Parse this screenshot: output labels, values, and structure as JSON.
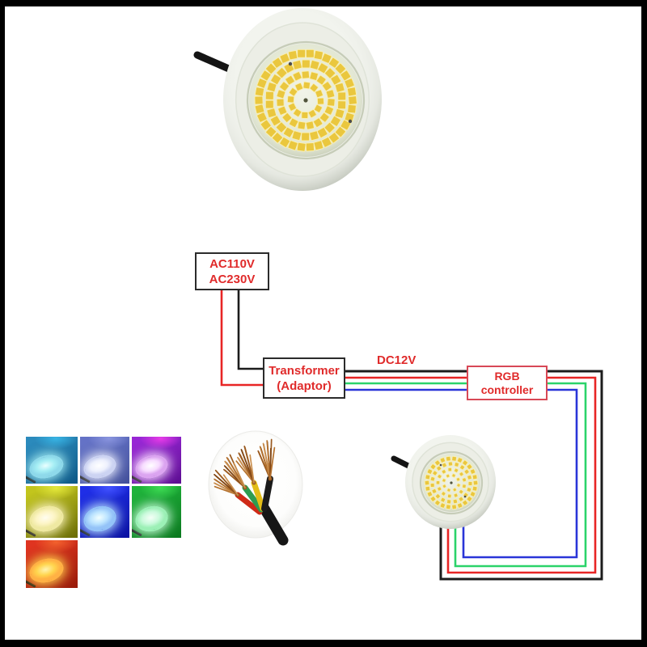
{
  "image": {
    "description": "LED pool light product wiring diagram",
    "background": "#ffffff",
    "frame_color": "#000000"
  },
  "diagram": {
    "text_color": "#e02b2b",
    "box_border_color": "#2b2b2b",
    "rgb_box_border_color": "#d84856",
    "ac_box": {
      "line1": "AC110V",
      "line2": "AC230V"
    },
    "transformer_box": {
      "line1": "Transformer",
      "line2": "(Adaptor)"
    },
    "dc_label": "DC12V",
    "rgb_box": {
      "line1": "RGB",
      "line2": "controller"
    },
    "wires": {
      "black": "#1c1c1c",
      "red": "#e82525",
      "green": "#2bd36a",
      "blue": "#2a35d8"
    }
  },
  "lights": {
    "chip_color": "#eac73e",
    "chip_edge": "#f8efb4",
    "body_color": "#f2f4ee",
    "mid_color": "#eceee6",
    "board_color": "#e3e8d4",
    "ring_edge_color": "#c6ccb8",
    "center_dot_color": "#51543c",
    "screw_color": "#4c4c4c",
    "cable_color": "#141414",
    "large": {
      "rings": [
        {
          "r": 58,
          "count": 34,
          "size": 10
        },
        {
          "r": 45,
          "count": 26,
          "size": 10
        },
        {
          "r": 31.5,
          "count": 19,
          "size": 9
        },
        {
          "r": 18.5,
          "count": 12,
          "size": 8
        }
      ]
    },
    "small": {
      "rings": [
        {
          "r": 30,
          "count": 26,
          "size": 5.5
        },
        {
          "r": 23.5,
          "count": 19,
          "size": 5
        },
        {
          "r": 16.5,
          "count": 13,
          "size": 4.5
        },
        {
          "r": 9.5,
          "count": 8,
          "size": 4
        }
      ]
    }
  },
  "color_tiles": [
    {
      "name": "ice-blue",
      "bg_top": "#2b8abc",
      "bg_bottom": "#0f5a88",
      "hotspot": "#38b4e4",
      "rim": "#8ed9ea",
      "face": "#a5eef4",
      "center": "#eaffff"
    },
    {
      "name": "lavender-blue",
      "bg_top": "#6472c6",
      "bg_bottom": "#44519c",
      "hotspot": "#8a95de",
      "rim": "#ccd3f2",
      "face": "#eef1fd",
      "center": "#ffffff"
    },
    {
      "name": "purple",
      "bg_top": "#9726d4",
      "bg_bottom": "#5e0e94",
      "hotspot": "#e83ce8",
      "rim": "#dba4f0",
      "face": "#f7dcff",
      "center": "#ffffff"
    },
    {
      "name": "yellow",
      "bg_top": "#c2c51d",
      "bg_bottom": "#6e6f07",
      "hotspot": "#e4e83c",
      "rim": "#efe9a2",
      "face": "#fdf5c6",
      "center": "#fffdf0"
    },
    {
      "name": "blue",
      "bg_top": "#1f2ee6",
      "bg_bottom": "#0b12a4",
      "hotspot": "#4253ff",
      "rim": "#94c3f8",
      "face": "#bce4ff",
      "center": "#f2ffff"
    },
    {
      "name": "green",
      "bg_top": "#1eb23a",
      "bg_bottom": "#0b7a1f",
      "hotspot": "#3eda54",
      "rim": "#9cf0b6",
      "face": "#cbfadd",
      "center": "#f5fff7"
    },
    {
      "name": "red",
      "bg_top": "#df3420",
      "bg_bottom": "#9a1b0b",
      "hotspot": "#f2622e",
      "rim": "#ffb144",
      "face": "#ffd54e",
      "center": "#fff4b2"
    }
  ],
  "cable_photo": {
    "sheath_color": "#161616",
    "core_colors": {
      "red": "#cf2a17",
      "green": "#2e9c50",
      "yellow": "#e2bd17",
      "black": "#1b1b1b"
    },
    "copper_colors": [
      "#b5722e",
      "#9a5a20",
      "#cb9050",
      "#7e4516"
    ]
  }
}
